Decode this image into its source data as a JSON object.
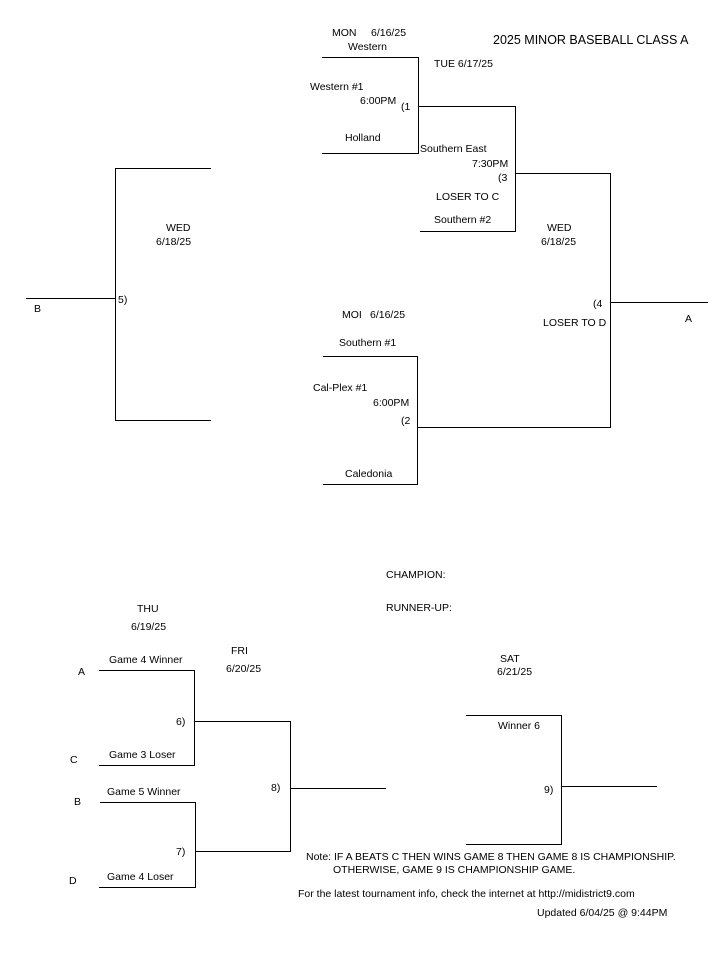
{
  "title": "2025 MINOR BASEBALL CLASS A",
  "winners_bracket": {
    "game1": {
      "day": "MON",
      "date": "6/16/25",
      "location": "Western",
      "team_top": "Western #1",
      "time": "6:00PM",
      "team_bottom": "Holland",
      "number": "(1"
    },
    "game2": {
      "day": "MOI",
      "date": "6/16/25",
      "location": "Southern #1",
      "team_top": "Cal-Plex #1",
      "time": "6:00PM",
      "team_bottom": "Caledonia",
      "number": "(2"
    },
    "game3": {
      "day_date": "TUE  6/17/25",
      "location": "Southern East",
      "time": "7:30PM",
      "number": "(3",
      "loser_note": "LOSER TO C",
      "team_bottom": "Southern #2"
    },
    "game4": {
      "day": "WED",
      "date": "6/18/25",
      "number": "(4",
      "loser_note": "LOSER TO D",
      "winner_slot": "A"
    },
    "game5": {
      "day": "WED",
      "date": "6/18/25",
      "number": "5)",
      "winner_slot": "B"
    }
  },
  "results": {
    "champion_label": "CHAMPION:",
    "runner_up_label": "RUNNER-UP:"
  },
  "consolation_bracket": {
    "thu": {
      "day": "THU",
      "date": "6/19/25"
    },
    "fri": {
      "day": "FRI",
      "date": "6/20/25"
    },
    "sat": {
      "day": "SAT",
      "date": "6/21/25"
    },
    "game6": {
      "slot_top": "A",
      "team_top": "Game 4 Winner",
      "slot_bottom": "C",
      "team_bottom": "Game 3 Loser",
      "number": "6)"
    },
    "game7": {
      "slot_top": "B",
      "team_top": "Game 5 Winner",
      "slot_bottom": "D",
      "team_bottom": "Game 4 Loser",
      "number": "7)"
    },
    "game8": {
      "number": "8)"
    },
    "game9": {
      "team_top": "Winner 6",
      "number": "9)"
    }
  },
  "footer": {
    "note_line1": "Note: IF A BEATS C THEN WINS GAME 8 THEN GAME 8 IS CHAMPIONSHIP.",
    "note_line2": "OTHERWISE, GAME 9 IS CHAMPIONSHIP GAME.",
    "info": "For the latest tournament info, check the internet at http://midistrict9.com",
    "updated": "Updated  6/04/25 @  9:44PM"
  }
}
